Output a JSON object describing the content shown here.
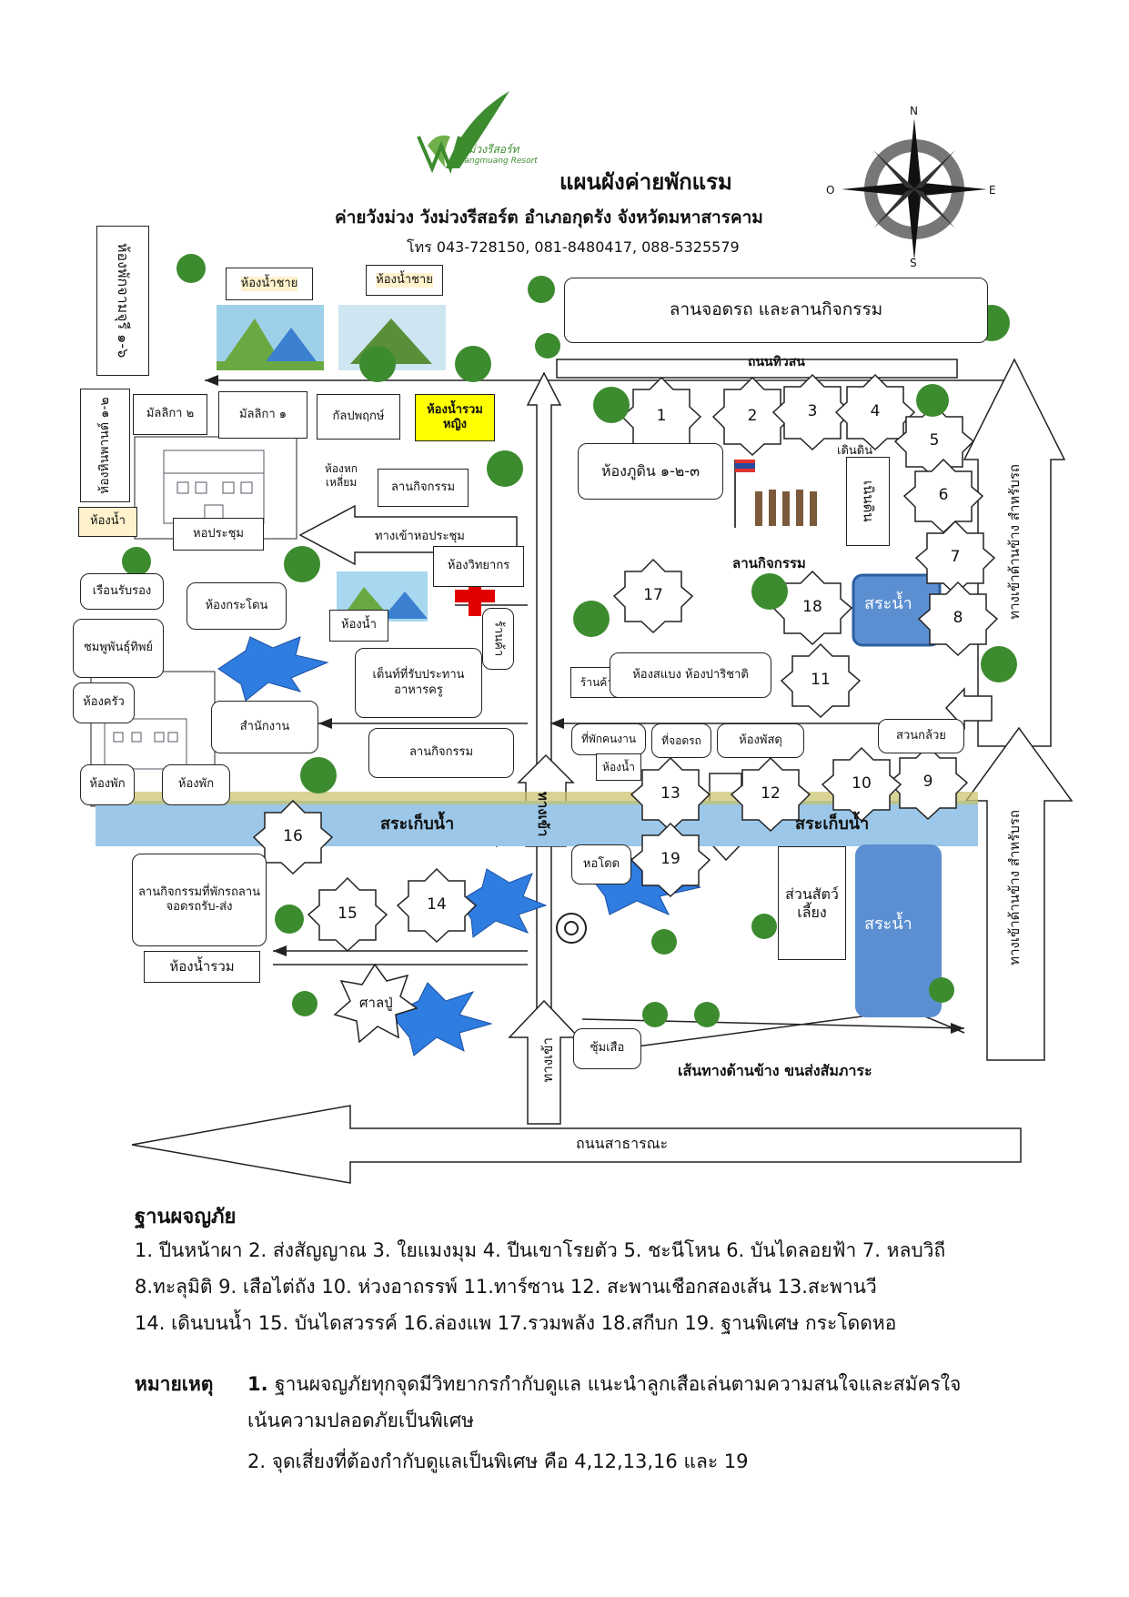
{
  "header": {
    "logo_text": "วังม่วงรีสอร์ท",
    "logo_sub": "Wangmuang Resort",
    "title": "แผนผังค่ายพักแรม",
    "subtitle": "ค่ายวังม่วง วังม่วงรีสอร์ต  อำเภอกุดรัง  จังหวัดมหาสารคาม",
    "phone": "โทร 043-728150, 081-8480417, 088-5325579"
  },
  "compass": {
    "n": "N",
    "s": "S",
    "e": "E",
    "w": "O"
  },
  "places": {
    "room_jammajuri": "ห้องพักจามจุรี ๑-๖",
    "toilet_male_1": "ห้องน้ำชาย",
    "toilet_male_2": "ห้องน้ำชาย",
    "parking": "ลานจอดรถ และลานกิจกรรม",
    "road_thiwson": "ถนนทิวสน",
    "room_hinpan": "ห้องหินพานต์ ๑-๒",
    "malika2": "มัลลิกา ๒",
    "malika1": "มัลลิกา ๑",
    "kanlapaphruek": "กัลปพฤกษ์",
    "toilet_women": "ห้องน้ำรวมหญิง",
    "hexagon_room": "ห้องหกเหลี่ยม",
    "activity_1": "ลานกิจกรรม",
    "toilet_small": "ห้องน้ำ",
    "meeting_hall": "หอประชุม",
    "path_meeting": "ทางเข้าหอประชุม",
    "speaker_room": "ห้องวิทยากร",
    "phudin": "ห้องภูดิน ๑-๒-๓",
    "walk_path": "เดินดิน",
    "walk_path2": "เนินดิน",
    "reception": "เรือนรับรอง",
    "krathon": "ห้องกระโดน",
    "chomphu": "ชมพูพันธุ์ทิพย์",
    "toilet_2": "ห้องน้ำ",
    "shop": "ร้านค้า",
    "tent_food": "เต็นท์ที่รับประทานอาหารครู",
    "kitchen": "ห้องครัว",
    "office": "สำนักงาน",
    "activity_2": "ลานกิจกรรม",
    "room_a": "ห้องพัก",
    "room_b": "ห้องพัก",
    "activity_center": "ลานกิจกรรม",
    "pond": "สระน้ำ",
    "shop2": "ร้านค้า",
    "saneabaeng": "ห้องสแบง ห้องปาริชาติ",
    "staff": "ที่พักคนงาน",
    "toilet_3": "ห้องน้ำ",
    "carpark": "ที่จอดรถ",
    "supply": "ห้องพัสดุ",
    "banana": "สวนกล้วย",
    "reservoir_1": "สระเก็บน้ำ",
    "reservoir_2": "สระเก็บน้ำ",
    "entrance_road": "ทางเข้า",
    "tower": "หอโดด",
    "zoo": "ส่วนสัตว์เลี้ยง",
    "pond2": "สระน้ำ",
    "activity_3": "ลานกิจกรรมที่พักรถลานจอดรถรับ-ส่ง",
    "toilet_common": "ห้องน้ำรวม",
    "shrine": "ศาลปู่",
    "tiger_hut": "ซุ้มเสือ",
    "road_entry": "ทางเข้า",
    "side_path": "เส้นทางด้านข้าง ขนส่งสัมภาระ",
    "public_road": "ถนนสาธารณะ",
    "side_road_top": "ทางเข้าด้านข้าง สำหรับรถ",
    "side_road_bottom": "ทางเข้าด้านข้าง สำหรับรถ"
  },
  "stations": [
    "1",
    "2",
    "3",
    "4",
    "5",
    "6",
    "7",
    "8",
    "9",
    "10",
    "11",
    "12",
    "13",
    "14",
    "15",
    "16",
    "17",
    "18",
    "19"
  ],
  "legend": {
    "heading": "ฐานผจญภัย",
    "line1": "1. ปีนหน้าผา 2. ส่งสัญญาณ 3. ใยแมงมุม 4. ปีนเขาโรยตัว 5. ชะนีโหน 6. บันไดลอยฟ้า 7. หลบวิถี",
    "line2": "8.ทะลุมิติ 9. เสือไต่ถัง 10. ห่วงอาถรรพ์ 11.ทาร์ซาน 12. สะพานเชือกสองเส้น 13.สะพานวี",
    "line3": "14. เดินบนน้ำ  15. บันไดสวรรค์ 16.ล่องแพ  17.รวมพลัง  18.สกีบก  19. ฐานพิเศษ กระโดดหอ"
  },
  "notes": {
    "label": "หมายเหตุ",
    "n1_num": "1.",
    "n1_a": "ฐานผจญภัยทุกจุดมีวิทยากรกำกับดูแล แนะนำลูกเสือเล่นตามความสนใจและสมัครใจ",
    "n1_b": "เน้นความปลอดภัยเป็นพิเศษ",
    "n2": "2. จุดเสี่ยงที่ต้องกำกับดูแลเป็นพิเศษ คือ 4,12,13,16 และ 19"
  },
  "colors": {
    "pond": "#5b8fd1",
    "tree": "#3d8b2f",
    "blast": "#2f7de0",
    "cross": "#e00000",
    "water": "#9cc7e8"
  }
}
